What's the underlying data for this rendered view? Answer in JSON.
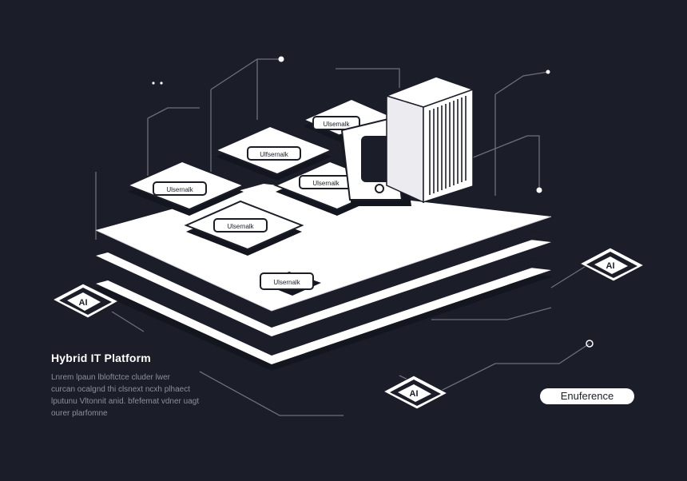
{
  "diagram": {
    "title": "Hybrid IT Platform",
    "description_lines": [
      "Lnrem lpaun lbloftctce cluder lwer",
      "curcan ocalgnd thi clsnext ncxh plhaect",
      "lputunu Vltonnit anid. bfefemat vdner uagt",
      "ourer plarfomne"
    ],
    "tiles": [
      {
        "label": "Ulsernalk"
      },
      {
        "label": "Ulfsernalk"
      },
      {
        "label": "Ulsemalk"
      },
      {
        "label": "Ulsernalk"
      },
      {
        "label": "Ulsernalk"
      },
      {
        "label": "Ulsernalk"
      }
    ],
    "chips": [
      {
        "label": "AI"
      },
      {
        "label": "AI"
      },
      {
        "label": "AI"
      }
    ],
    "pill_label": "Enuference"
  },
  "colors": {
    "background": "#1b1d29",
    "foreground": "#ffffff",
    "line": "#6d6f7a",
    "muted_text": "#8c8e99"
  }
}
